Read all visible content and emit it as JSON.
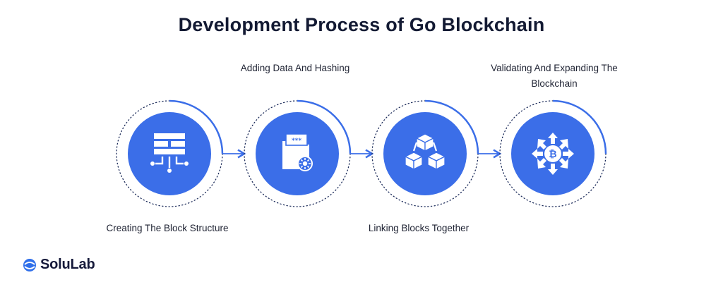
{
  "title": "Development Process of Go Blockchain",
  "steps": [
    {
      "label": "Creating The Block Structure",
      "icon": "block-structure-icon"
    },
    {
      "label": "Adding Data And Hashing",
      "icon": "data-hashing-icon"
    },
    {
      "label": "Linking Blocks Together",
      "icon": "linked-blocks-icon"
    },
    {
      "label": "Validating And Expanding The Blockchain",
      "icon": "blockchain-expand-icon"
    }
  ],
  "brand": {
    "name": "SoluLab"
  },
  "colors": {
    "accent": "#3b6ee8",
    "ring": "#3b6ee8",
    "dots": "#1f2e5c",
    "title": "#131a33",
    "text": "#1f2333"
  }
}
